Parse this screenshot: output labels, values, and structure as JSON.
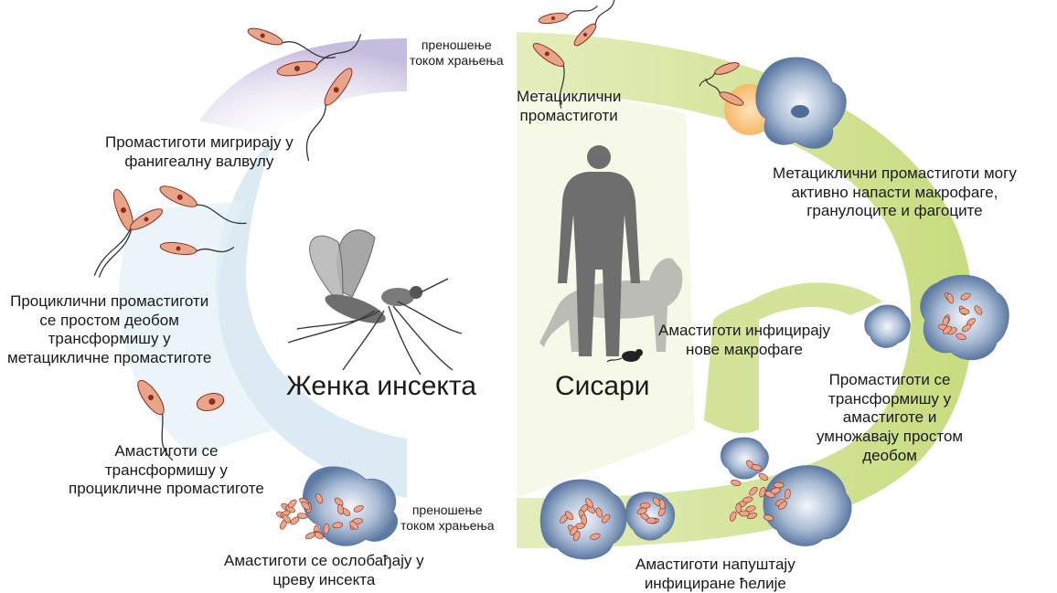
{
  "labels": {
    "transmission_top": [
      "преношење",
      "током храњења"
    ],
    "transmission_bottom": [
      "преношење",
      "током храњења"
    ],
    "insect_group": "Женка инсекта",
    "mammal_group": "Сисари",
    "promastigotes_migrate": [
      "Промастиготи мигрирају у",
      "фанигеалну валвулу"
    ],
    "procyclic_transform": [
      "Проциклични промастиготи",
      "се простом деобом",
      "трансформишу у",
      "метацикличне промастиготе"
    ],
    "amastigotes_to_procyclic": [
      "Амастиготи се",
      "трансформишу у",
      "процикличне промастиготе"
    ],
    "amastigotes_released": [
      "Амастиготи се ослобађају у",
      "цреву инсекта"
    ],
    "metacyclic_promastigotes": [
      "Метациклични",
      "промастиготи"
    ],
    "metacyclic_attack": [
      "Метациклични промастиготи могу",
      "активно напасти макрофаге,",
      "гранулоците и фагоците"
    ],
    "amastigotes_infect": [
      "Амастиготи инфицирају",
      "нове макрофаге"
    ],
    "promastigotes_to_amastigotes": [
      "Промастиготи се",
      "трансформишу у",
      "амастиготе и",
      "умножавају простом",
      "деобом"
    ],
    "amastigotes_leave": [
      "Амастиготи напуштају",
      "инфициране ћелије"
    ]
  },
  "colors": {
    "insect_band_purple": "#cfc6e2",
    "insect_band_blue": "#cfe3ee",
    "mammal_band": "#d3e49a",
    "parasite_fill": "#e8a58a",
    "parasite_nucleus": "#8b2c1f",
    "macrophage": "#7f97b8",
    "silhouette": "#6e6e6e"
  },
  "icons": [
    "sandfly-icon",
    "human-silhouette-icon",
    "dog-silhouette-icon",
    "mouse-silhouette-icon",
    "promastigote-icon",
    "amastigote-icon",
    "macrophage-icon"
  ]
}
